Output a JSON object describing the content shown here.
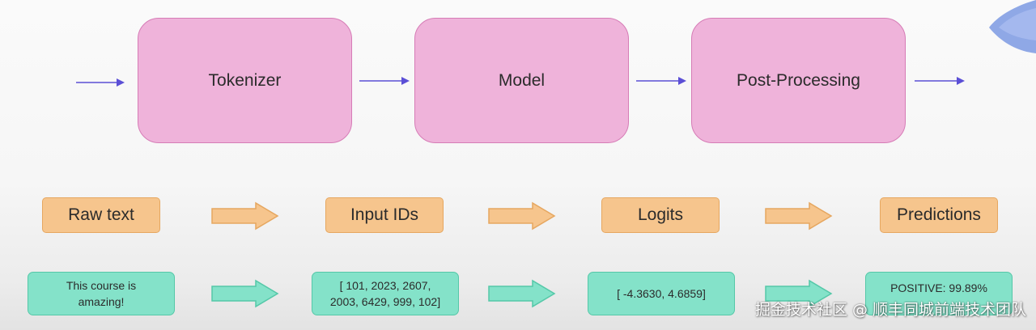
{
  "pipeline": {
    "stages": [
      "Tokenizer",
      "Model",
      "Post-Processing"
    ]
  },
  "data_labels": [
    "Raw text",
    "Input IDs",
    "Logits",
    "Predictions"
  ],
  "examples": {
    "raw_text": [
      "This course is",
      "amazing!"
    ],
    "input_ids": [
      "[ 101, 2023, 2607,",
      "2003, 6429, 999, 102]"
    ],
    "logits": "[ -4.3630, 4.6859]",
    "prediction_line1": "POSITIVE: 99.89%"
  },
  "watermark": "掘金技术社区 @ 顺丰同城前端技术团队",
  "colors": {
    "stage_fill": "#efb3da",
    "label_fill": "#f6c58d",
    "example_fill": "#84e2c9",
    "arrow_blue": "#5b4fd6"
  }
}
